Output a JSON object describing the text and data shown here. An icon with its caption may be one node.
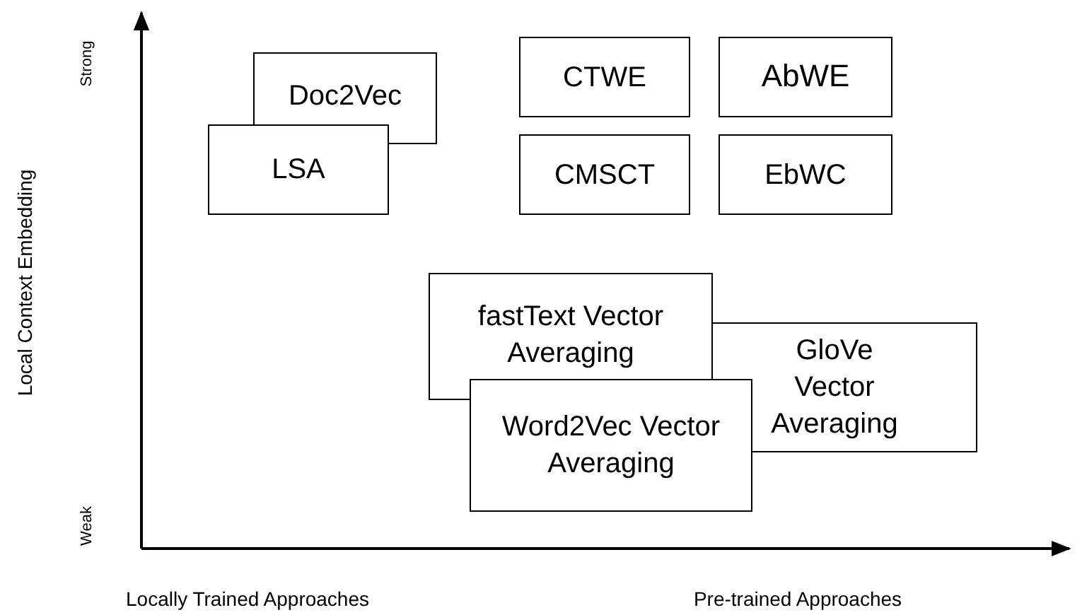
{
  "diagram": {
    "nodes": [
      {
        "text": [
          "Doc2Vec"
        ]
      },
      {
        "text": [
          "LSA"
        ]
      },
      {
        "text": [
          "CTWE"
        ]
      },
      {
        "text": [
          "AbWE"
        ]
      },
      {
        "text": [
          "CMSCT"
        ]
      },
      {
        "text": [
          "EbWC"
        ]
      },
      {
        "text": [
          "fastText Vector Averaging"
        ]
      },
      {
        "text": [
          "GloVe Vector Averaging"
        ]
      },
      {
        "text": [
          "Word2Vec Vector Averaging"
        ]
      }
    ],
    "edges": [],
    "labels": [
      "Strong",
      "Local Context Embedding",
      "Weak",
      "Locally Trained Approaches",
      "Pre-trained Approaches"
    ]
  }
}
